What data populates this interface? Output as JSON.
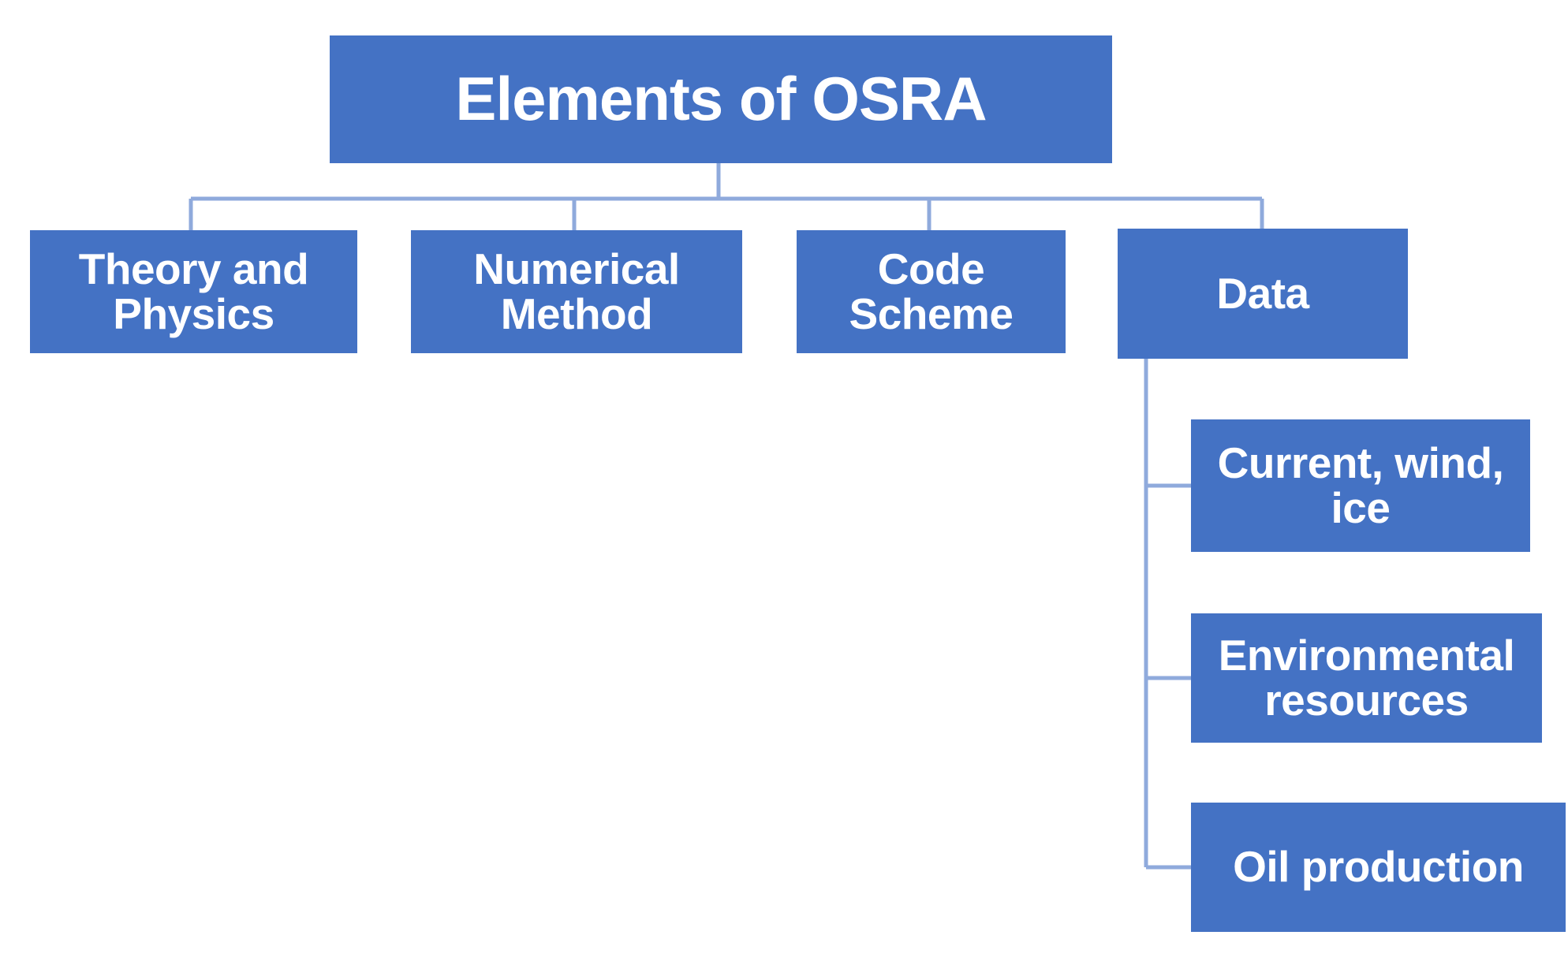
{
  "diagram": {
    "title": "Elements of OSRA",
    "type": "hierarchy-org-chart",
    "colors": {
      "node_fill": "#4472C4",
      "node_text": "#FFFFFF",
      "connector_line": "#8FAADC",
      "background": "#FFFFFF"
    },
    "root": {
      "label": "Elements of OSRA"
    },
    "level2": [
      {
        "id": "theory",
        "label": "Theory and\nPhysics"
      },
      {
        "id": "numeric",
        "label": "Numerical\nMethod"
      },
      {
        "id": "code",
        "label": "Code\nScheme"
      },
      {
        "id": "data",
        "label": "Data"
      }
    ],
    "level3": [
      {
        "id": "current",
        "parent": "data",
        "label": "Current, wind,\nice"
      },
      {
        "id": "env",
        "parent": "data",
        "label": "Environmental\nresources"
      },
      {
        "id": "oil",
        "parent": "data",
        "label": "Oil production"
      }
    ]
  }
}
